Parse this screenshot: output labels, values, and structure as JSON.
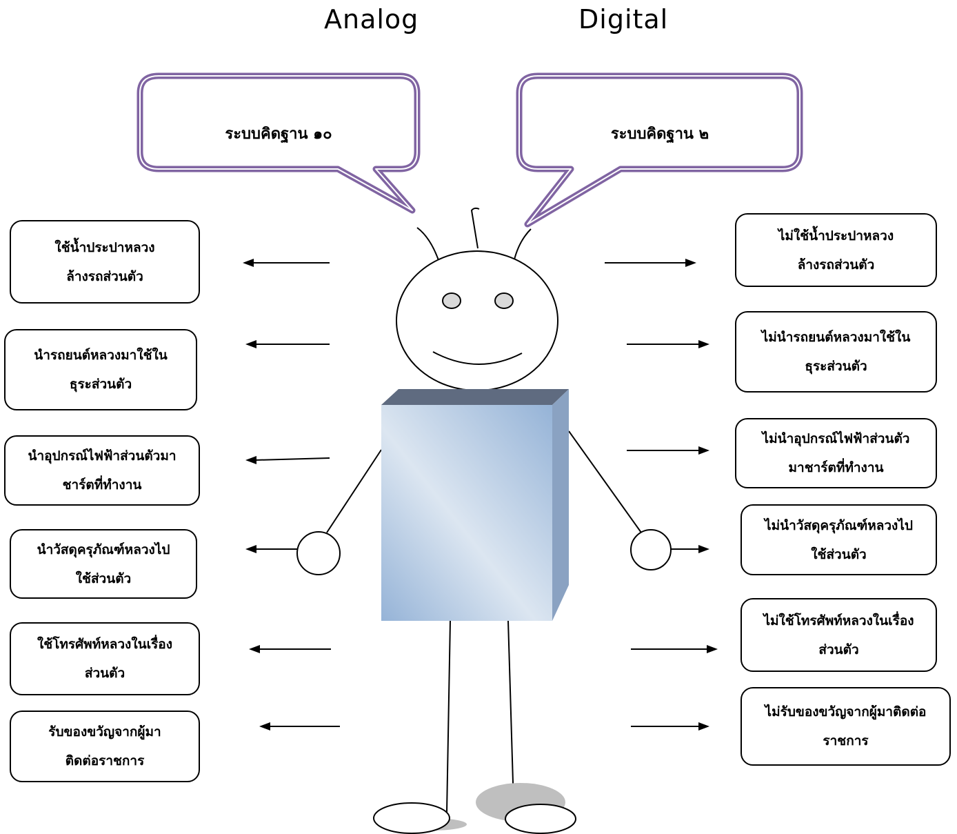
{
  "headings": {
    "analog": "Analog",
    "digital": "Digital"
  },
  "bubbles": {
    "left": "ระบบคิดฐาน ๑๐",
    "right": "ระบบคิดฐาน ๒"
  },
  "left_items": [
    {
      "line1": "ใช้น้ำประปาหลวง",
      "line2": "ล้างรถส่วนตัว"
    },
    {
      "line1": "นำรถยนต์หลวงมาใช้ใน",
      "line2": "ธุระส่วนตัว"
    },
    {
      "line1": "นำอุปกรณ์ไฟฟ้าส่วนตัวมา",
      "line2": "ชาร์ตที่ทำงาน"
    },
    {
      "line1": "นำวัสดุครุภัณฑ์หลวงไป",
      "line2": "ใช้ส่วนตัว"
    },
    {
      "line1": "ใช้โทรศัพท์หลวงในเรื่อง",
      "line2": "ส่วนตัว"
    },
    {
      "line1": "รับของขวัญจากผู้มา",
      "line2": "ติดต่อราชการ"
    }
  ],
  "right_items": [
    {
      "line1": "ไม่ใช้น้ำประปาหลวง",
      "line2": "ล้างรถส่วนตัว"
    },
    {
      "line1": "ไม่นำรถยนต์หลวงมาใช้ใน",
      "line2": "ธุระส่วนตัว"
    },
    {
      "line1": "ไม่นำอุปกรณ์ไฟฟ้าส่วนตัว",
      "line2": "มาชาร์ตที่ทำงาน"
    },
    {
      "line1": "ไม่นำวัสดุครุภัณฑ์หลวงไป",
      "line2": "ใช้ส่วนตัว"
    },
    {
      "line1": "ไม่ใช้โทรศัพท์หลวงในเรื่อง",
      "line2": "ส่วนตัว"
    },
    {
      "line1": "ไม่รับของขวัญจากผู้มาติดต่อ",
      "line2": "ราชการ"
    }
  ],
  "colors": {
    "bubble_outline": "#8064a2",
    "body_front": "#b8cce4",
    "body_top": "#5f6b80",
    "body_side": "#8aa2c2",
    "shadow": "#bfbfbf"
  }
}
